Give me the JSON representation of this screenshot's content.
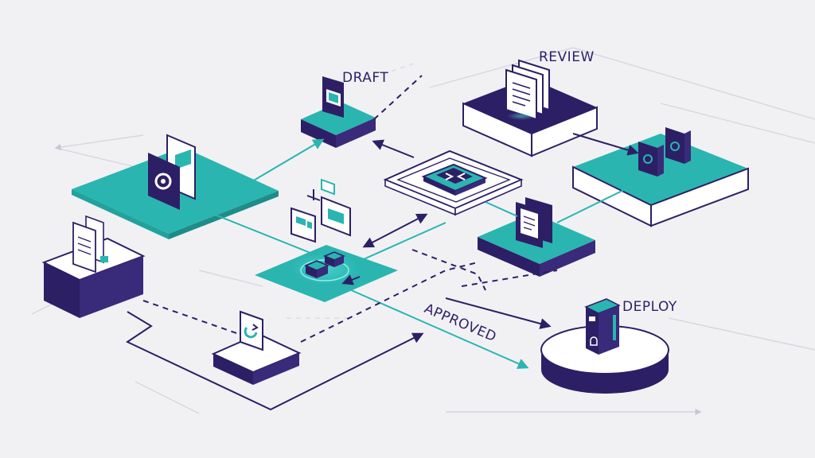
{
  "labels": {
    "draft": "DRAFT",
    "review": "REVIEW",
    "approved": "APPROVED",
    "deploy": "DEPLOY"
  },
  "colors": {
    "background": "#f1f1f4",
    "navy": "#2d1f66",
    "teal": "#2ab5b0",
    "white": "#ffffff"
  },
  "icons": [
    "document-icon",
    "gear-icon",
    "server-icon",
    "form-icon",
    "cube-icon",
    "sync-icon",
    "chart-icon"
  ]
}
